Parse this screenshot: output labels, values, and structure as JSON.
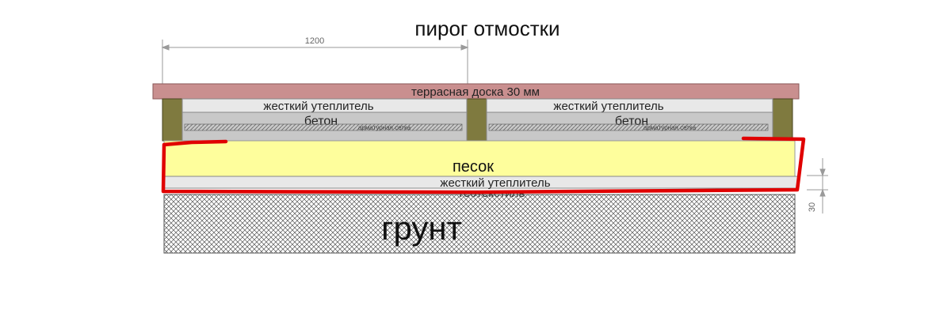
{
  "title": "пирог отмостки",
  "dimensions": {
    "width_label": "1200",
    "height_label": "30"
  },
  "layers": {
    "deck": "террасная доска 30 мм",
    "rigid_insulation_top_left": "жесткий утеплитель",
    "rigid_insulation_top_right": "жесткий утеплитель",
    "concrete_left": "бетон",
    "concrete_right": "бетон",
    "mesh_left": "арматурная сетка",
    "mesh_right": "арматурная сетка",
    "sand": "песок",
    "rigid_insulation_bottom": "жесткий утеплитель",
    "geotextile": "геотекстиль",
    "soil": "грунт"
  },
  "colors": {
    "deck": "#c98f8f",
    "post": "#7f7a3f",
    "insulation": "#e8e8e8",
    "concrete": "#c8c8c8",
    "sand": "#fefe9c",
    "highlight": "#e00000",
    "soil_hatch": "#555555",
    "dimension_line": "#9a9a9a"
  }
}
